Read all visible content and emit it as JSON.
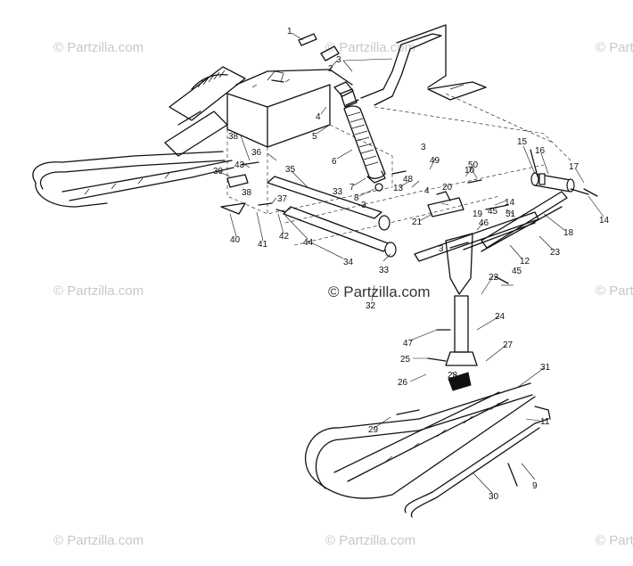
{
  "watermarks": {
    "small": "© Partzilla.com",
    "center": "© Partzilla.com"
  },
  "callouts": [
    "1",
    "2",
    "3",
    "4",
    "5",
    "6",
    "7",
    "8",
    "9",
    "10",
    "11",
    "12",
    "13",
    "14",
    "15",
    "16",
    "17",
    "18",
    "19",
    "20",
    "21",
    "22",
    "23",
    "24",
    "25",
    "26",
    "27",
    "28",
    "29",
    "30",
    "31",
    "32",
    "33",
    "34",
    "35",
    "36",
    "37",
    "38",
    "39",
    "40",
    "41",
    "42",
    "43",
    "44",
    "45",
    "46",
    "47",
    "48",
    "49",
    "50",
    "51"
  ]
}
